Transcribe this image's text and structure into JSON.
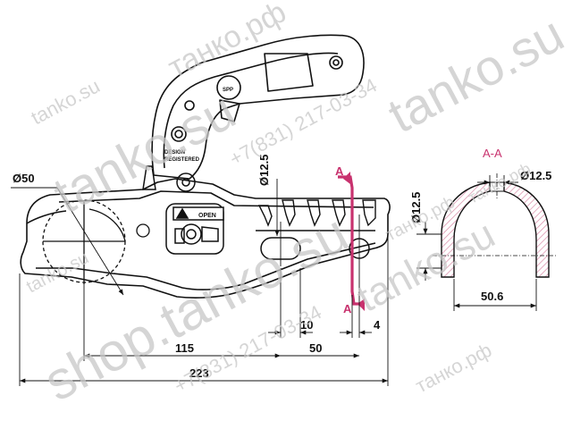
{
  "colors": {
    "line": "#111111",
    "section": "#c8326e",
    "hatch": "#d98aa6",
    "watermark": "#c8c8c8"
  },
  "dimensions": {
    "ball_diameter": "Ø50",
    "bolt_diameter_side": "Ø12.5",
    "slot_10": "10",
    "offset_4": "4",
    "len_115": "115",
    "len_50": "50",
    "len_223": "223",
    "section_diameter": "Ø12.5",
    "section_height": "Ø12.5",
    "section_width": "50.6"
  },
  "section": {
    "title": "A-A",
    "marker_top": "A",
    "marker_bottom": "A"
  },
  "body_labels": {
    "design": "DESIGN",
    "registered": "REGISTERED",
    "open": "OPEN"
  },
  "watermarks": {
    "w1": "tanko.su",
    "w2": "танко.рф",
    "w3": "tanko.su",
    "w4": "tanko.su",
    "w5": "shop.tanko.su",
    "w6": "+7(831) 217-03-34",
    "w7": "+7(831) 217-03-34",
    "w8": "tanko.su",
    "w9": "tanko.su",
    "w10": "танко.рф",
    "w11": "танко.рф",
    "w12": "танко.рф"
  }
}
